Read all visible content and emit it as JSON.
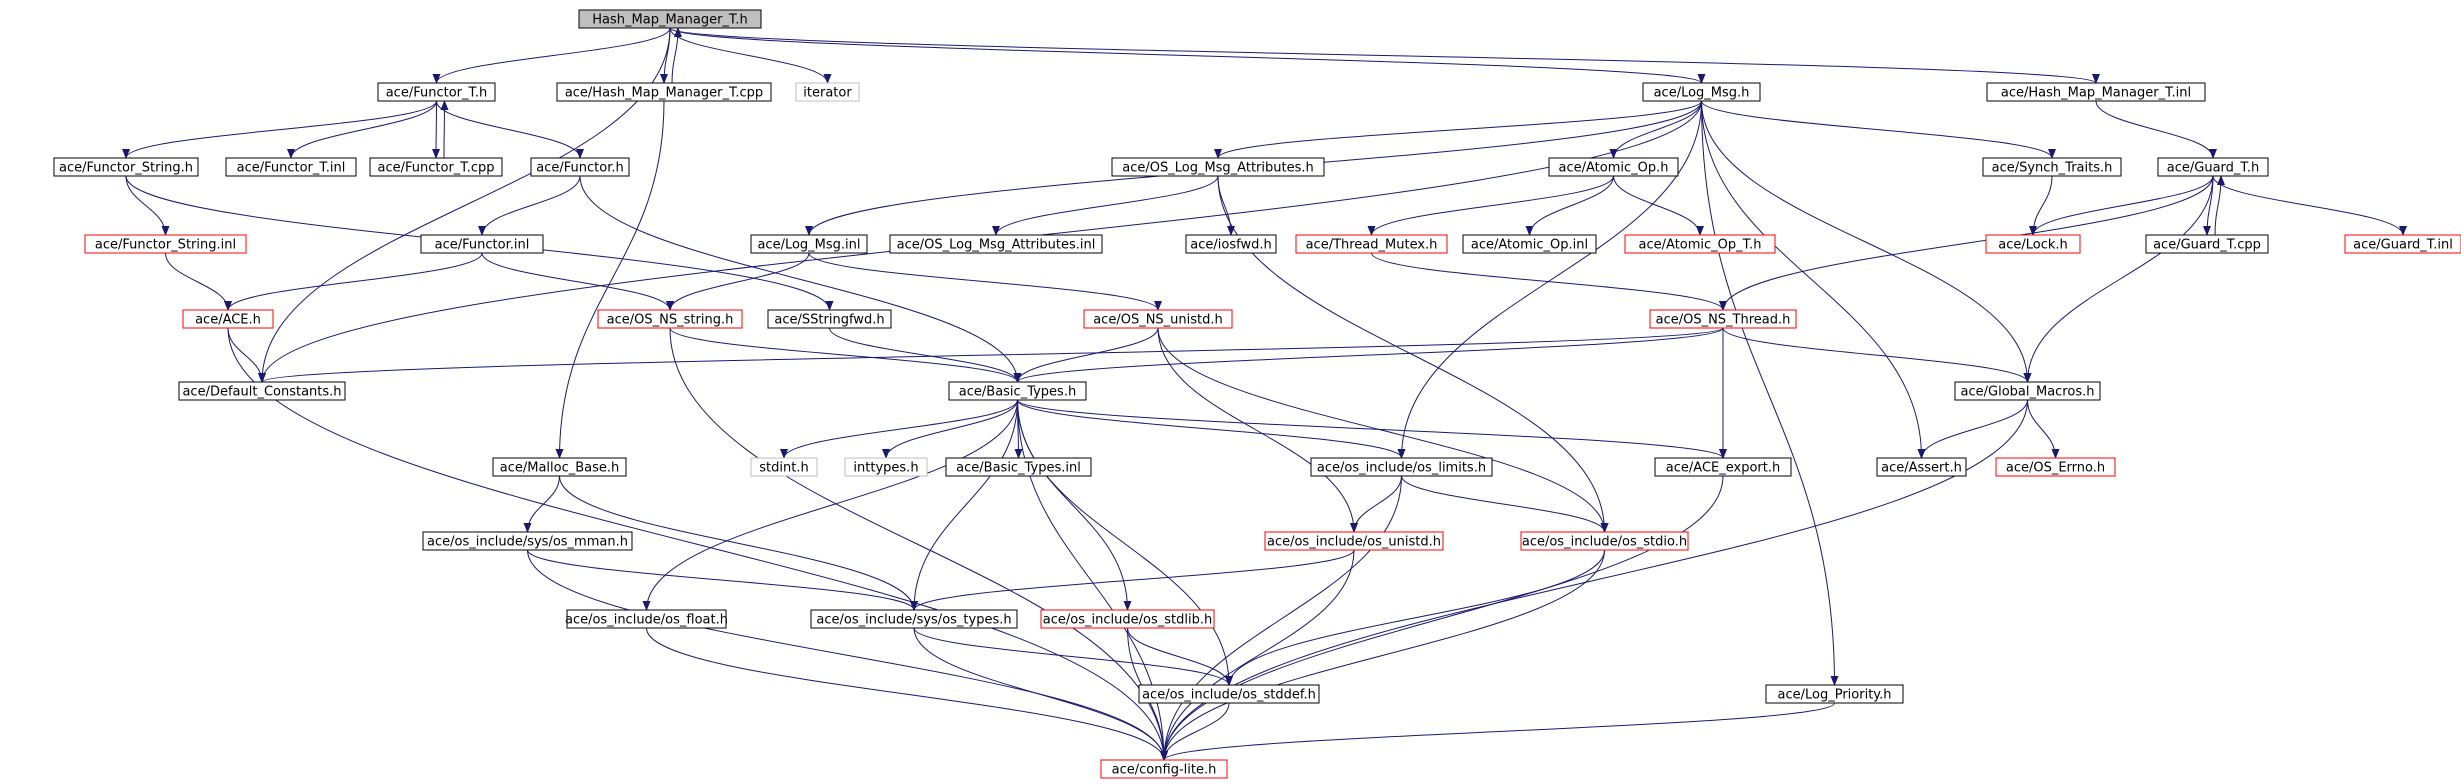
{
  "colors": {
    "edge": "#191970",
    "border_default": "#000000",
    "border_truncated": "#ff0000",
    "border_external": "#bfbfbf",
    "root_fill": "#bfbfbf",
    "text": "#000000"
  },
  "nodes": [
    {
      "id": "n0",
      "label": "Hash_Map_Manager_T.h",
      "style": "root"
    },
    {
      "id": "n1",
      "label": "ace/Functor_T.h",
      "style": "normal"
    },
    {
      "id": "n2",
      "label": "ace/Hash_Map_Manager_T.cpp",
      "style": "normal"
    },
    {
      "id": "n3",
      "label": "iterator",
      "style": "external"
    },
    {
      "id": "n4",
      "label": "ace/Log_Msg.h",
      "style": "normal"
    },
    {
      "id": "n5",
      "label": "ace/Hash_Map_Manager_T.inl",
      "style": "normal"
    },
    {
      "id": "n6",
      "label": "ace/Functor_String.h",
      "style": "normal"
    },
    {
      "id": "n7",
      "label": "ace/Functor_T.inl",
      "style": "normal"
    },
    {
      "id": "n8",
      "label": "ace/Functor_T.cpp",
      "style": "normal"
    },
    {
      "id": "n9",
      "label": "ace/Functor.h",
      "style": "normal"
    },
    {
      "id": "n10",
      "label": "ace/OS_Log_Msg_Attributes.h",
      "style": "normal"
    },
    {
      "id": "n11",
      "label": "ace/Atomic_Op.h",
      "style": "normal"
    },
    {
      "id": "n12",
      "label": "ace/Synch_Traits.h",
      "style": "normal"
    },
    {
      "id": "n13",
      "label": "ace/Guard_T.h",
      "style": "normal"
    },
    {
      "id": "n14",
      "label": "ace/Functor_String.inl",
      "style": "truncated"
    },
    {
      "id": "n15",
      "label": "ace/Functor.inl",
      "style": "normal"
    },
    {
      "id": "n16",
      "label": "ace/Log_Msg.inl",
      "style": "normal"
    },
    {
      "id": "n17",
      "label": "ace/OS_Log_Msg_Attributes.inl",
      "style": "normal"
    },
    {
      "id": "n18",
      "label": "ace/iosfwd.h",
      "style": "normal"
    },
    {
      "id": "n19",
      "label": "ace/Thread_Mutex.h",
      "style": "truncated"
    },
    {
      "id": "n20",
      "label": "ace/Atomic_Op.inl",
      "style": "normal"
    },
    {
      "id": "n21",
      "label": "ace/Atomic_Op_T.h",
      "style": "truncated"
    },
    {
      "id": "n22",
      "label": "ace/Lock.h",
      "style": "truncated"
    },
    {
      "id": "n23",
      "label": "ace/Guard_T.cpp",
      "style": "normal"
    },
    {
      "id": "n24",
      "label": "ace/Guard_T.inl",
      "style": "truncated"
    },
    {
      "id": "n25",
      "label": "ace/ACE.h",
      "style": "truncated"
    },
    {
      "id": "n26",
      "label": "ace/OS_NS_string.h",
      "style": "truncated"
    },
    {
      "id": "n27",
      "label": "ace/SStringfwd.h",
      "style": "normal"
    },
    {
      "id": "n28",
      "label": "ace/OS_NS_unistd.h",
      "style": "truncated"
    },
    {
      "id": "n29",
      "label": "ace/OS_NS_Thread.h",
      "style": "truncated"
    },
    {
      "id": "n30",
      "label": "ace/Default_Constants.h",
      "style": "normal"
    },
    {
      "id": "n31",
      "label": "ace/Basic_Types.h",
      "style": "normal"
    },
    {
      "id": "n32",
      "label": "ace/Global_Macros.h",
      "style": "normal"
    },
    {
      "id": "n33",
      "label": "ace/Malloc_Base.h",
      "style": "normal"
    },
    {
      "id": "n34",
      "label": "stdint.h",
      "style": "external"
    },
    {
      "id": "n35",
      "label": "inttypes.h",
      "style": "external"
    },
    {
      "id": "n36",
      "label": "ace/Basic_Types.inl",
      "style": "normal"
    },
    {
      "id": "n37",
      "label": "ace/os_include/os_limits.h",
      "style": "normal"
    },
    {
      "id": "n38",
      "label": "ace/ACE_export.h",
      "style": "normal"
    },
    {
      "id": "n39",
      "label": "ace/Assert.h",
      "style": "normal"
    },
    {
      "id": "n40",
      "label": "ace/OS_Errno.h",
      "style": "truncated"
    },
    {
      "id": "n41",
      "label": "ace/os_include/sys/os_mman.h",
      "style": "normal"
    },
    {
      "id": "n42",
      "label": "ace/os_include/os_unistd.h",
      "style": "truncated"
    },
    {
      "id": "n43",
      "label": "ace/os_include/os_stdio.h",
      "style": "truncated"
    },
    {
      "id": "n44",
      "label": "ace/os_include/os_float.h",
      "style": "normal"
    },
    {
      "id": "n45",
      "label": "ace/os_include/sys/os_types.h",
      "style": "normal"
    },
    {
      "id": "n46",
      "label": "ace/os_include/os_stdlib.h",
      "style": "truncated"
    },
    {
      "id": "n47",
      "label": "ace/os_include/os_stddef.h",
      "style": "normal"
    },
    {
      "id": "n48",
      "label": "ace/Log_Priority.h",
      "style": "normal"
    },
    {
      "id": "n49",
      "label": "ace/config-lite.h",
      "style": "truncated"
    }
  ],
  "edges": [
    [
      "n0",
      "n1"
    ],
    [
      "n0",
      "n2"
    ],
    [
      "n0",
      "n3"
    ],
    [
      "n0",
      "n4"
    ],
    [
      "n0",
      "n5"
    ],
    [
      "n0",
      "n30"
    ],
    [
      "n2",
      "n0"
    ],
    [
      "n2",
      "n33"
    ],
    [
      "n1",
      "n6"
    ],
    [
      "n1",
      "n7"
    ],
    [
      "n1",
      "n8"
    ],
    [
      "n1",
      "n9"
    ],
    [
      "n8",
      "n1"
    ],
    [
      "n6",
      "n14"
    ],
    [
      "n6",
      "n27"
    ],
    [
      "n14",
      "n25"
    ],
    [
      "n9",
      "n15"
    ],
    [
      "n9",
      "n31"
    ],
    [
      "n15",
      "n25"
    ],
    [
      "n15",
      "n26"
    ],
    [
      "n25",
      "n30"
    ],
    [
      "n25",
      "n49"
    ],
    [
      "n26",
      "n31"
    ],
    [
      "n26",
      "n49"
    ],
    [
      "n27",
      "n31"
    ],
    [
      "n4",
      "n16"
    ],
    [
      "n4",
      "n10"
    ],
    [
      "n4",
      "n11"
    ],
    [
      "n4",
      "n12"
    ],
    [
      "n4",
      "n30"
    ],
    [
      "n4",
      "n32"
    ],
    [
      "n4",
      "n39"
    ],
    [
      "n4",
      "n37"
    ],
    [
      "n4",
      "n48"
    ],
    [
      "n16",
      "n26"
    ],
    [
      "n16",
      "n28"
    ],
    [
      "n10",
      "n17"
    ],
    [
      "n10",
      "n18"
    ],
    [
      "n10",
      "n43"
    ],
    [
      "n11",
      "n19"
    ],
    [
      "n11",
      "n20"
    ],
    [
      "n11",
      "n21"
    ],
    [
      "n19",
      "n29"
    ],
    [
      "n5",
      "n13"
    ],
    [
      "n12",
      "n22"
    ],
    [
      "n13",
      "n22"
    ],
    [
      "n13",
      "n23"
    ],
    [
      "n13",
      "n24"
    ],
    [
      "n13",
      "n29"
    ],
    [
      "n13",
      "n32"
    ],
    [
      "n23",
      "n13"
    ],
    [
      "n28",
      "n31"
    ],
    [
      "n28",
      "n42"
    ],
    [
      "n28",
      "n43"
    ],
    [
      "n29",
      "n30"
    ],
    [
      "n29",
      "n31"
    ],
    [
      "n29",
      "n38"
    ],
    [
      "n29",
      "n32"
    ],
    [
      "n32",
      "n39"
    ],
    [
      "n32",
      "n40"
    ],
    [
      "n32",
      "n49"
    ],
    [
      "n31",
      "n34"
    ],
    [
      "n31",
      "n35"
    ],
    [
      "n31",
      "n36"
    ],
    [
      "n31",
      "n37"
    ],
    [
      "n31",
      "n38"
    ],
    [
      "n31",
      "n44"
    ],
    [
      "n31",
      "n45"
    ],
    [
      "n31",
      "n46"
    ],
    [
      "n31",
      "n47"
    ],
    [
      "n31",
      "n49"
    ],
    [
      "n33",
      "n41"
    ],
    [
      "n33",
      "n45"
    ],
    [
      "n41",
      "n45"
    ],
    [
      "n41",
      "n49"
    ],
    [
      "n37",
      "n42"
    ],
    [
      "n37",
      "n43"
    ],
    [
      "n37",
      "n49"
    ],
    [
      "n38",
      "n49"
    ],
    [
      "n42",
      "n45"
    ],
    [
      "n42",
      "n49"
    ],
    [
      "n43",
      "n47"
    ],
    [
      "n43",
      "n49"
    ],
    [
      "n44",
      "n49"
    ],
    [
      "n45",
      "n47"
    ],
    [
      "n45",
      "n49"
    ],
    [
      "n46",
      "n47"
    ],
    [
      "n46",
      "n49"
    ],
    [
      "n47",
      "n49"
    ],
    [
      "n48",
      "n49"
    ]
  ]
}
